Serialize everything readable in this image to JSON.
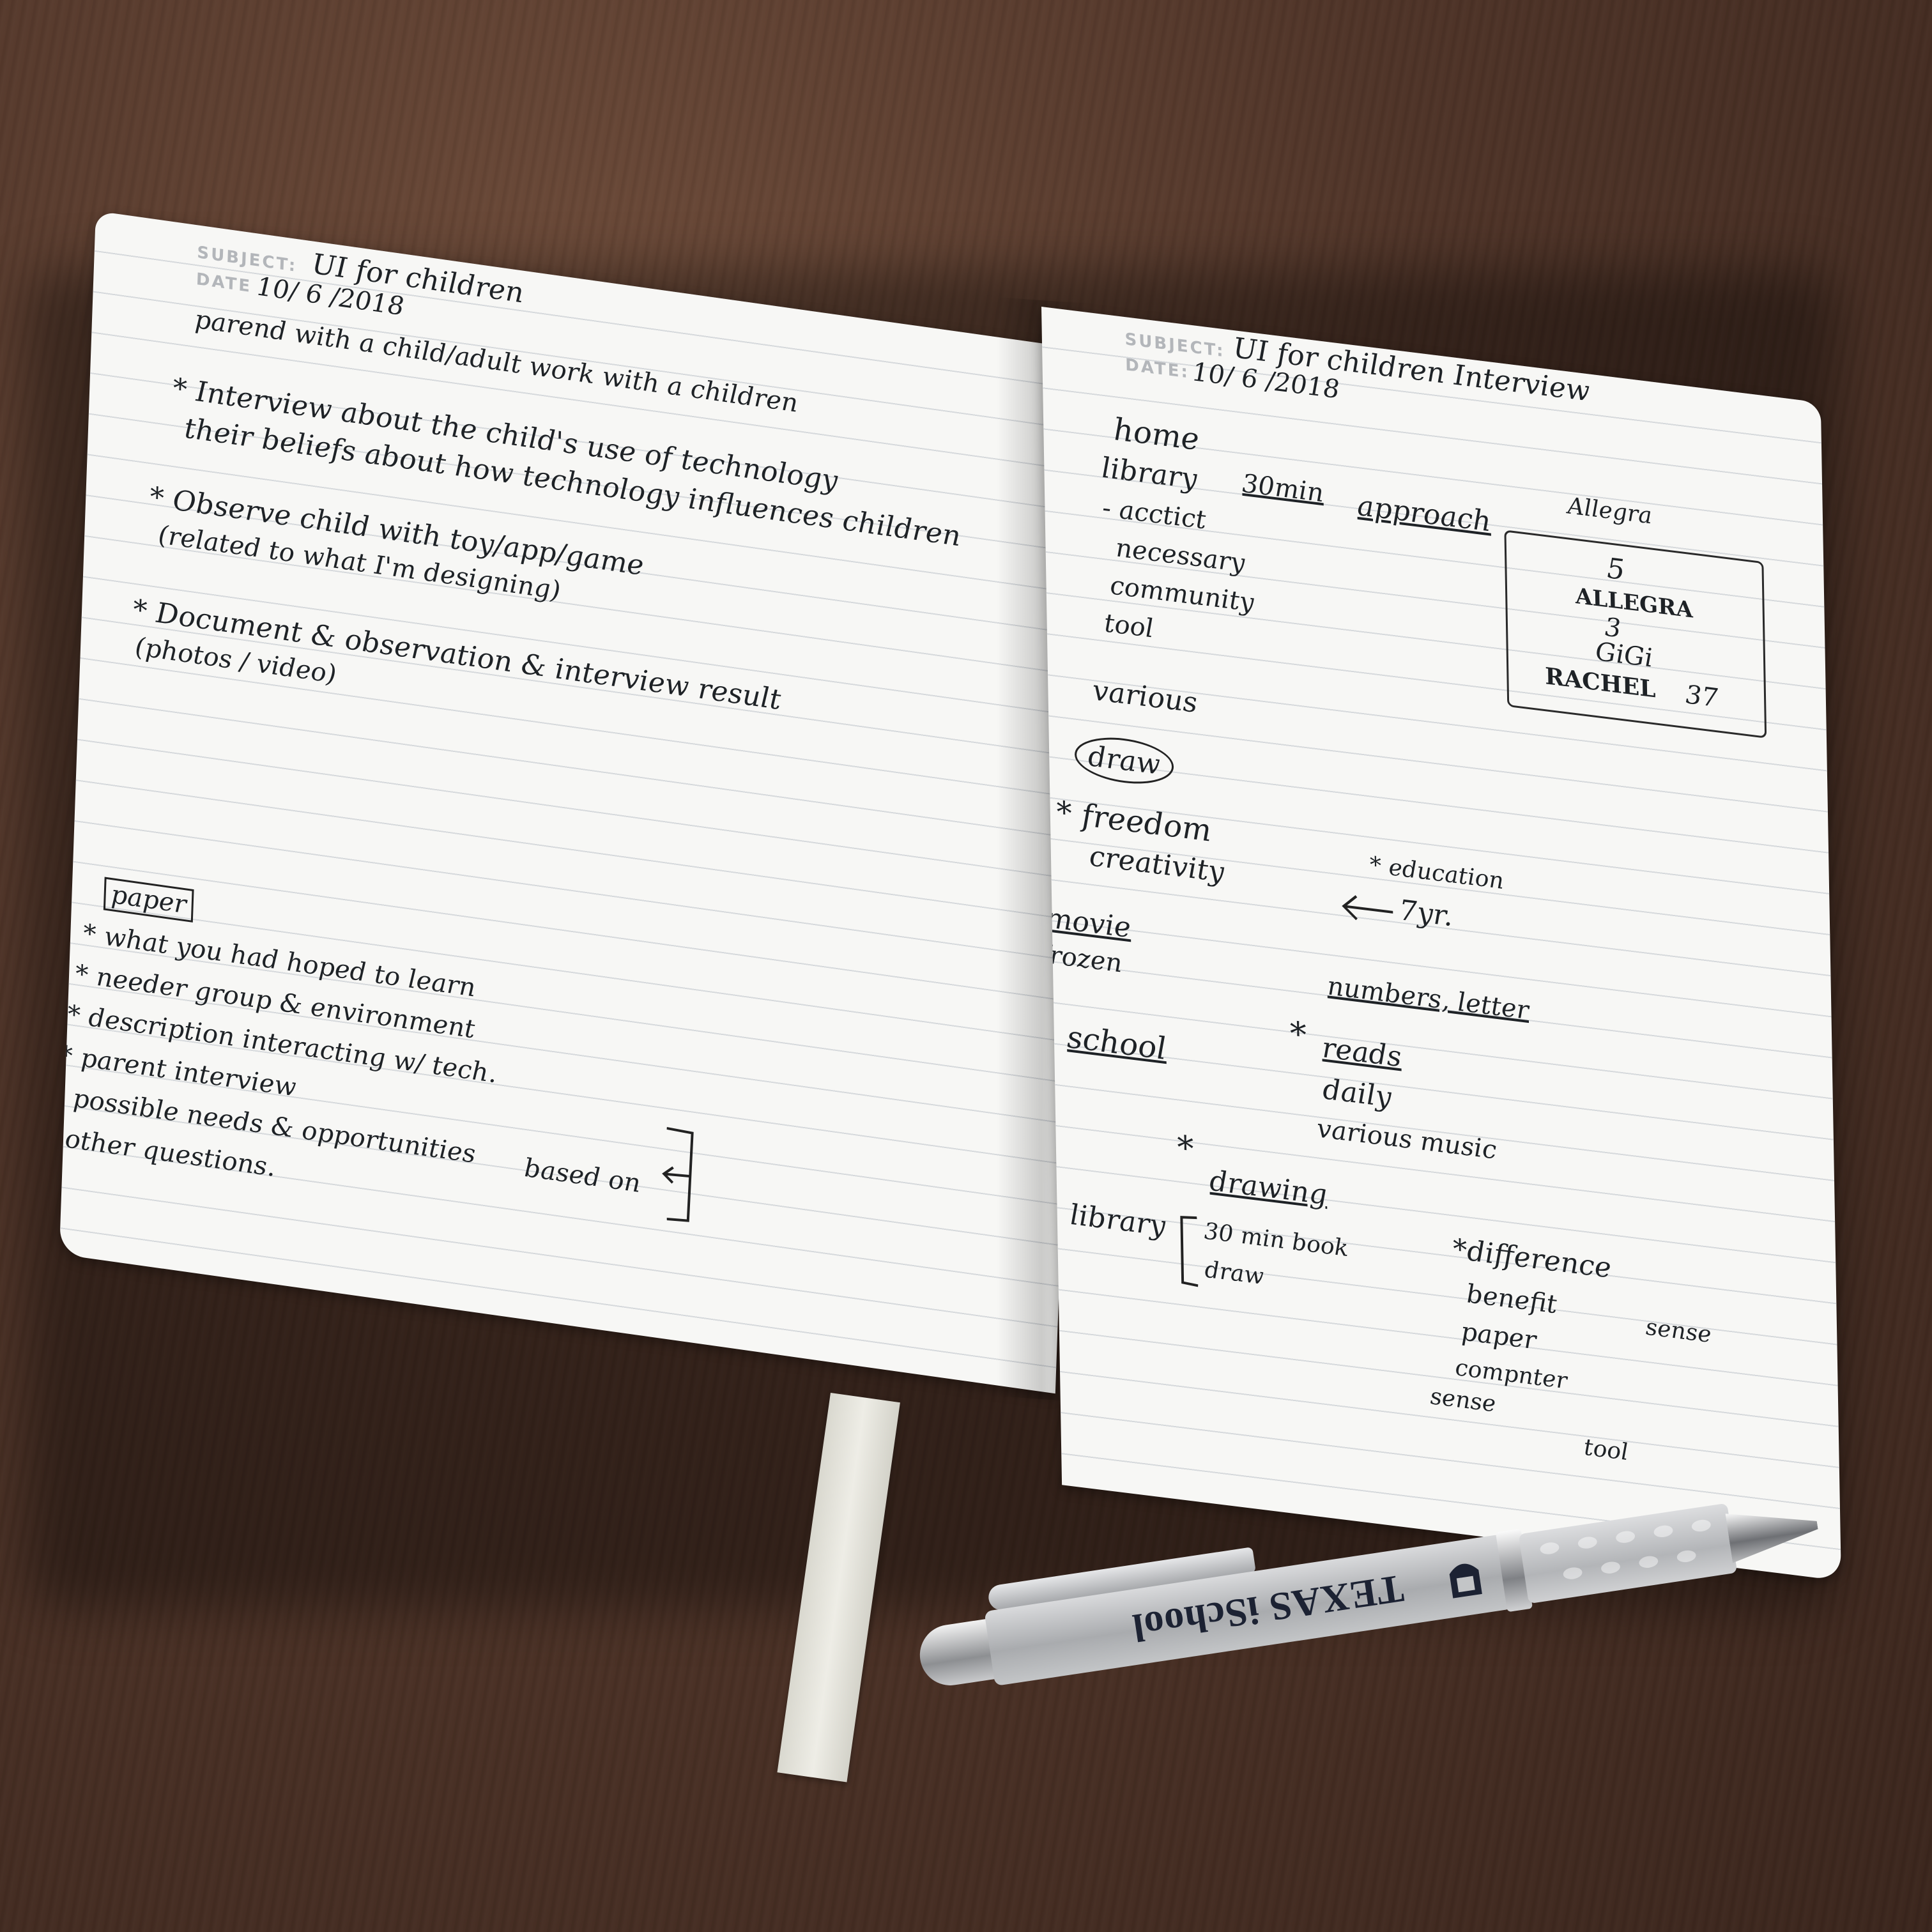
{
  "left_page": {
    "subject_label": "SUBJECT:",
    "subject_value": "UI for children",
    "date_label": "DATE",
    "date_value": "10/ 6 /2018",
    "lines": [
      "parend with a child/adult work with a children",
      "* Interview about the child's use of technology",
      "their beliefs about how technology influences children",
      "* Observe child with toy/app/game",
      "(related to what I'm designing)",
      "* Document & observation & interview result",
      "(photos / video)"
    ],
    "paper_label": "paper",
    "paper_items": [
      "* what you had hoped to learn",
      "* needer group & environment",
      "* description interacting w/ tech.",
      "* parent interview",
      "* possible needs & opportunities",
      "* other questions."
    ],
    "based_on": "based on"
  },
  "right_page": {
    "subject_label": "SUBJECT:",
    "subject_value": "UI for children Interview",
    "date_label": "DATE:",
    "date_value": "10/ 6 /2018",
    "home": "home",
    "library": "library",
    "thirty_min": "30min",
    "approach": "approach",
    "list": [
      "- acctict",
      "necessary",
      "community",
      "tool"
    ],
    "various": "various",
    "allegra_header": "Allegra",
    "box_lines": [
      "5",
      "ALLEGRA",
      "3",
      "GiGi",
      "RACHEL",
      "37"
    ],
    "draw": "draw",
    "freedom": "* freedom",
    "creativity": "creativity",
    "education": "* education",
    "seven_yr": "7yr.",
    "movie_star": "*",
    "movie": "movie",
    "frozen": "frozen",
    "numbers": "numbers, letter",
    "reads_star": "*",
    "reads": "reads",
    "daily": "daily",
    "various_music": "various music",
    "school": "school",
    "drawing_star": "*",
    "drawing": "drawing",
    "library2": "library",
    "bracket_items": [
      "30 min  book",
      "draw"
    ],
    "difference": "*difference",
    "benefit": "benefit",
    "sense1": "sense",
    "paper": "paper",
    "computer": "compnter",
    "sense2": "sense",
    "tool": "tool"
  },
  "pen": {
    "brand": "TEXAS iSchool"
  }
}
